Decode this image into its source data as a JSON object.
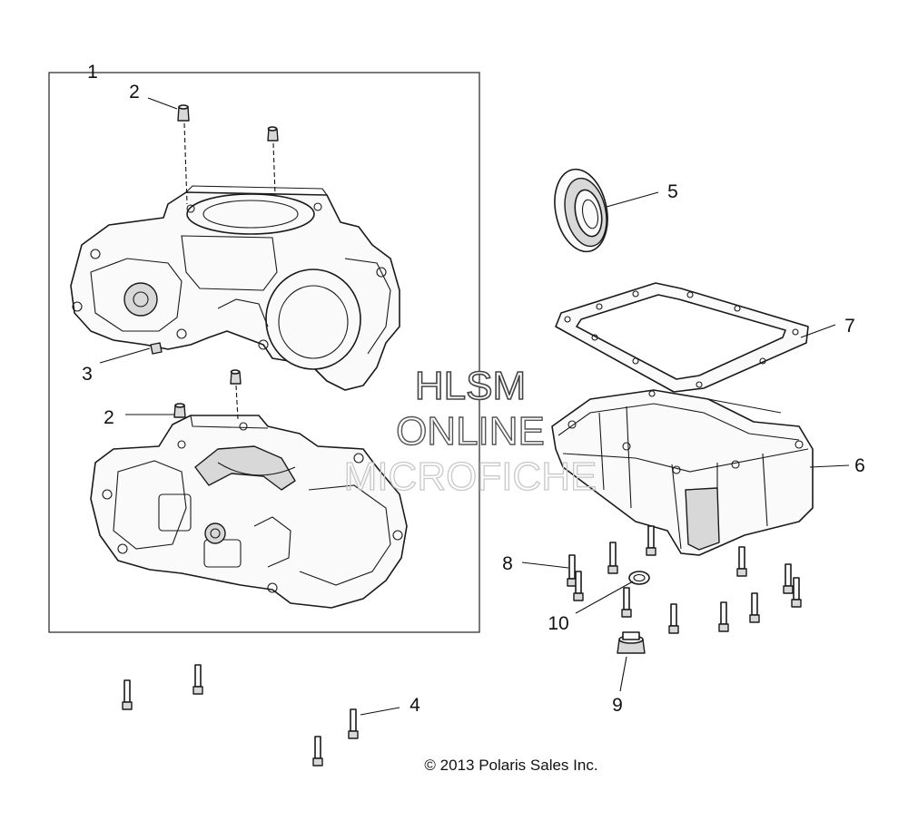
{
  "diagram": {
    "callouts": [
      {
        "id": "c1",
        "label": "1"
      },
      {
        "id": "c2a",
        "label": "2"
      },
      {
        "id": "c2b",
        "label": "2"
      },
      {
        "id": "c3",
        "label": "3"
      },
      {
        "id": "c4",
        "label": "4"
      },
      {
        "id": "c5",
        "label": "5"
      },
      {
        "id": "c6",
        "label": "6"
      },
      {
        "id": "c7",
        "label": "7"
      },
      {
        "id": "c8",
        "label": "8"
      },
      {
        "id": "c9",
        "label": "9"
      },
      {
        "id": "c10",
        "label": "10"
      }
    ],
    "watermark": {
      "line1": "HLSM",
      "line2": "ONLINE",
      "line3": "MICROFICHE"
    },
    "copyright": "© 2013 Polaris Sales Inc.",
    "colors": {
      "line": "#1a1a1a",
      "background": "#ffffff",
      "watermark": "#c8c8c8"
    }
  }
}
